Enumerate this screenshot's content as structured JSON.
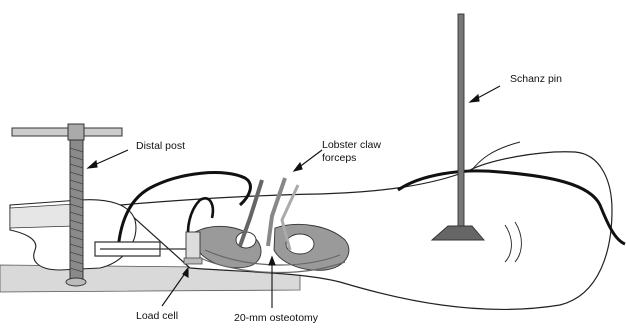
{
  "labels": {
    "schanz_pin": "Schanz pin",
    "distal_post": "Distal post",
    "lobster_line1": "Lobster claw",
    "lobster_line2": "forceps",
    "load_cell": "Load cell",
    "osteotomy": "20-mm osteotomy"
  },
  "colors": {
    "ink": "#111111",
    "metal": "#8a8a8a",
    "metal_dark": "#4a4a4a",
    "tissue": "#9a9a9a",
    "platform": "#bdbdbd"
  }
}
